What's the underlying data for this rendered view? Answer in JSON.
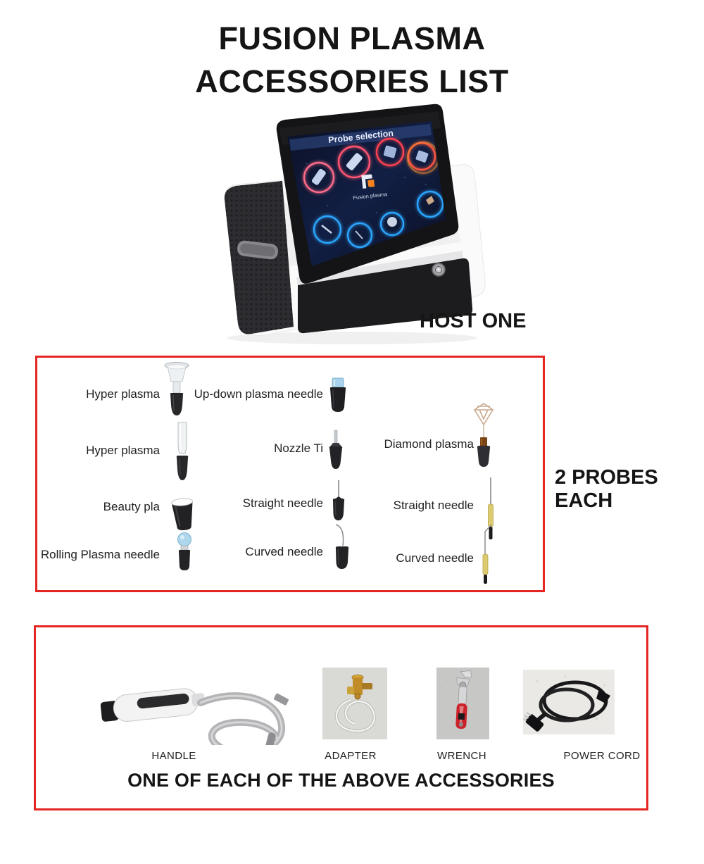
{
  "page": {
    "title_line1": "FUSION PLASMA",
    "title_line2": "ACCESSORIES LIST"
  },
  "host": {
    "label": "HOST ONE",
    "screen_header": "Probe selection",
    "screen_logo": "Fusion plasma"
  },
  "probes_box": {
    "side_label": "2 PROBES EACH",
    "border_color": "#e52521",
    "columns": [
      {
        "items": [
          {
            "label": "Hyper plasma",
            "icon": "funnel-glass-probe-icon"
          },
          {
            "label": "Hyper plasma",
            "icon": "tube-glass-probe-icon"
          },
          {
            "label": "Beauty pla",
            "icon": "cup-probe-icon"
          },
          {
            "label": "Rolling Plasma needle",
            "icon": "rolling-ball-probe-icon"
          }
        ]
      },
      {
        "items": [
          {
            "label": "Up-down plasma needle",
            "icon": "up-down-plasma-needle-icon"
          },
          {
            "label": "Nozzle Ti",
            "icon": "nozzle-ti-probe-icon"
          },
          {
            "label": "Straight needle",
            "icon": "short-straight-needle-icon"
          },
          {
            "label": "Curved needle",
            "icon": "short-curved-needle-icon"
          }
        ]
      },
      {
        "items": [
          {
            "label": "Diamond plasma",
            "icon": "diamond-plasma-probe-icon"
          },
          {
            "label": "Straight needle",
            "icon": "long-straight-needle-icon"
          },
          {
            "label": "Curved needle",
            "icon": "long-curved-needle-icon"
          }
        ]
      }
    ]
  },
  "accessories_box": {
    "border_color": "#e52521",
    "caption": "ONE OF EACH OF THE ABOVE ACCESSORIES",
    "items": [
      {
        "label": "HANDLE",
        "icon": "handpiece-with-cable-icon"
      },
      {
        "label": "ADAPTER",
        "icon": "brass-adapter-with-tube-icon"
      },
      {
        "label": "WRENCH",
        "icon": "adjustable-wrench-icon"
      },
      {
        "label": "POWER CORD",
        "icon": "power-cord-icon"
      }
    ]
  },
  "colors": {
    "text": "#1c1c1c",
    "box_border": "#e52521",
    "screen_ring_red": "#ff4d62",
    "screen_ring_blue": "#2ba6ff",
    "logo_orange": "#f5821f"
  }
}
